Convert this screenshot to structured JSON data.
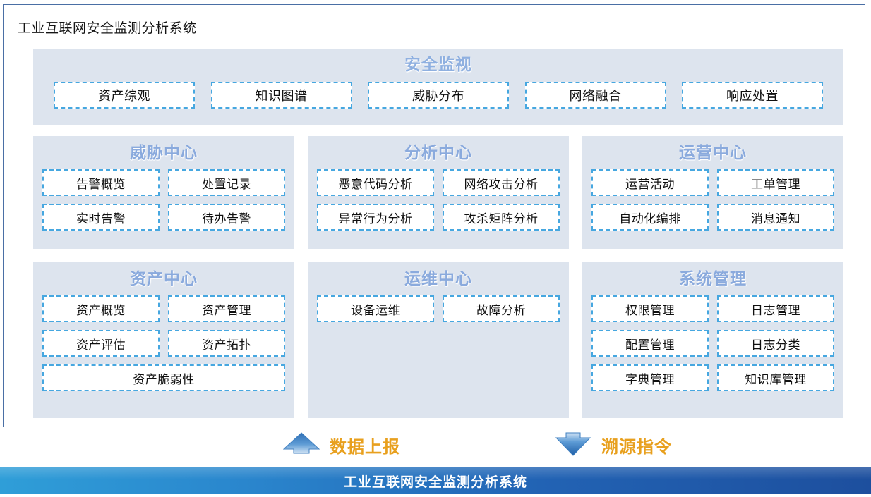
{
  "page": {
    "title": "工业互联网安全监测分析系统"
  },
  "monitor": {
    "title": "安全监视",
    "tiles": [
      {
        "label": "资产综观"
      },
      {
        "label": "知识图谱"
      },
      {
        "label": "威胁分布"
      },
      {
        "label": "网络融合"
      },
      {
        "label": "响应处置"
      }
    ]
  },
  "centers": [
    {
      "title": "威胁中心",
      "tiles": [
        {
          "label": "告警概览"
        },
        {
          "label": "处置记录"
        },
        {
          "label": "实时告警"
        },
        {
          "label": "待办告警"
        }
      ]
    },
    {
      "title": "分析中心",
      "tiles": [
        {
          "label": "恶意代码分析"
        },
        {
          "label": "网络攻击分析"
        },
        {
          "label": "异常行为分析"
        },
        {
          "label": "攻杀矩阵分析"
        }
      ]
    },
    {
      "title": "运营中心",
      "tiles": [
        {
          "label": "运营活动"
        },
        {
          "label": "工单管理"
        },
        {
          "label": "自动化编排"
        },
        {
          "label": "消息通知"
        }
      ]
    },
    {
      "title": "资产中心",
      "tiles": [
        {
          "label": "资产概览"
        },
        {
          "label": "资产管理"
        },
        {
          "label": "资产评估"
        },
        {
          "label": "资产拓扑"
        },
        {
          "label": "资产脆弱性",
          "full": true
        }
      ]
    },
    {
      "title": "运维中心",
      "tiles": [
        {
          "label": "设备运维"
        },
        {
          "label": "故障分析"
        }
      ]
    },
    {
      "title": "系统管理",
      "tiles": [
        {
          "label": "权限管理"
        },
        {
          "label": "日志管理"
        },
        {
          "label": "配置管理"
        },
        {
          "label": "日志分类"
        },
        {
          "label": "字典管理"
        },
        {
          "label": "知识库管理"
        }
      ]
    }
  ],
  "flows": {
    "upload": {
      "label": "数据上报",
      "icon": "arrow-up-icon"
    },
    "trace": {
      "label": "溯源指令",
      "icon": "arrow-down-icon"
    }
  },
  "banner": {
    "text": "工业互联网安全监测分析系统"
  },
  "colors": {
    "panel_background": "#dde4ee",
    "panel_title": "#8aaadd",
    "tile_border": "#46a7e0",
    "flow_label": "#e8a01e",
    "banner_gradient_start": "#2f9ed8",
    "banner_gradient_end": "#1d4f9e",
    "frame_border": "#4a6fa5"
  }
}
